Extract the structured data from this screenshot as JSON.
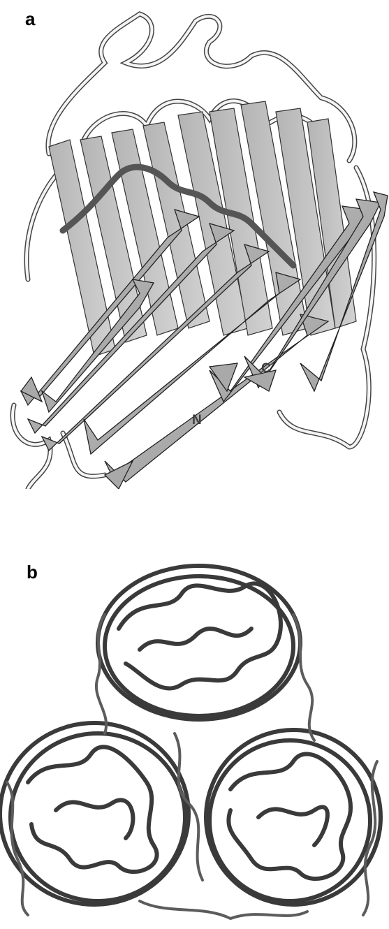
{
  "panels": {
    "a": {
      "label": "a",
      "termini": {
        "n": "N",
        "c": "C"
      }
    },
    "b": {
      "label": "b"
    }
  }
}
